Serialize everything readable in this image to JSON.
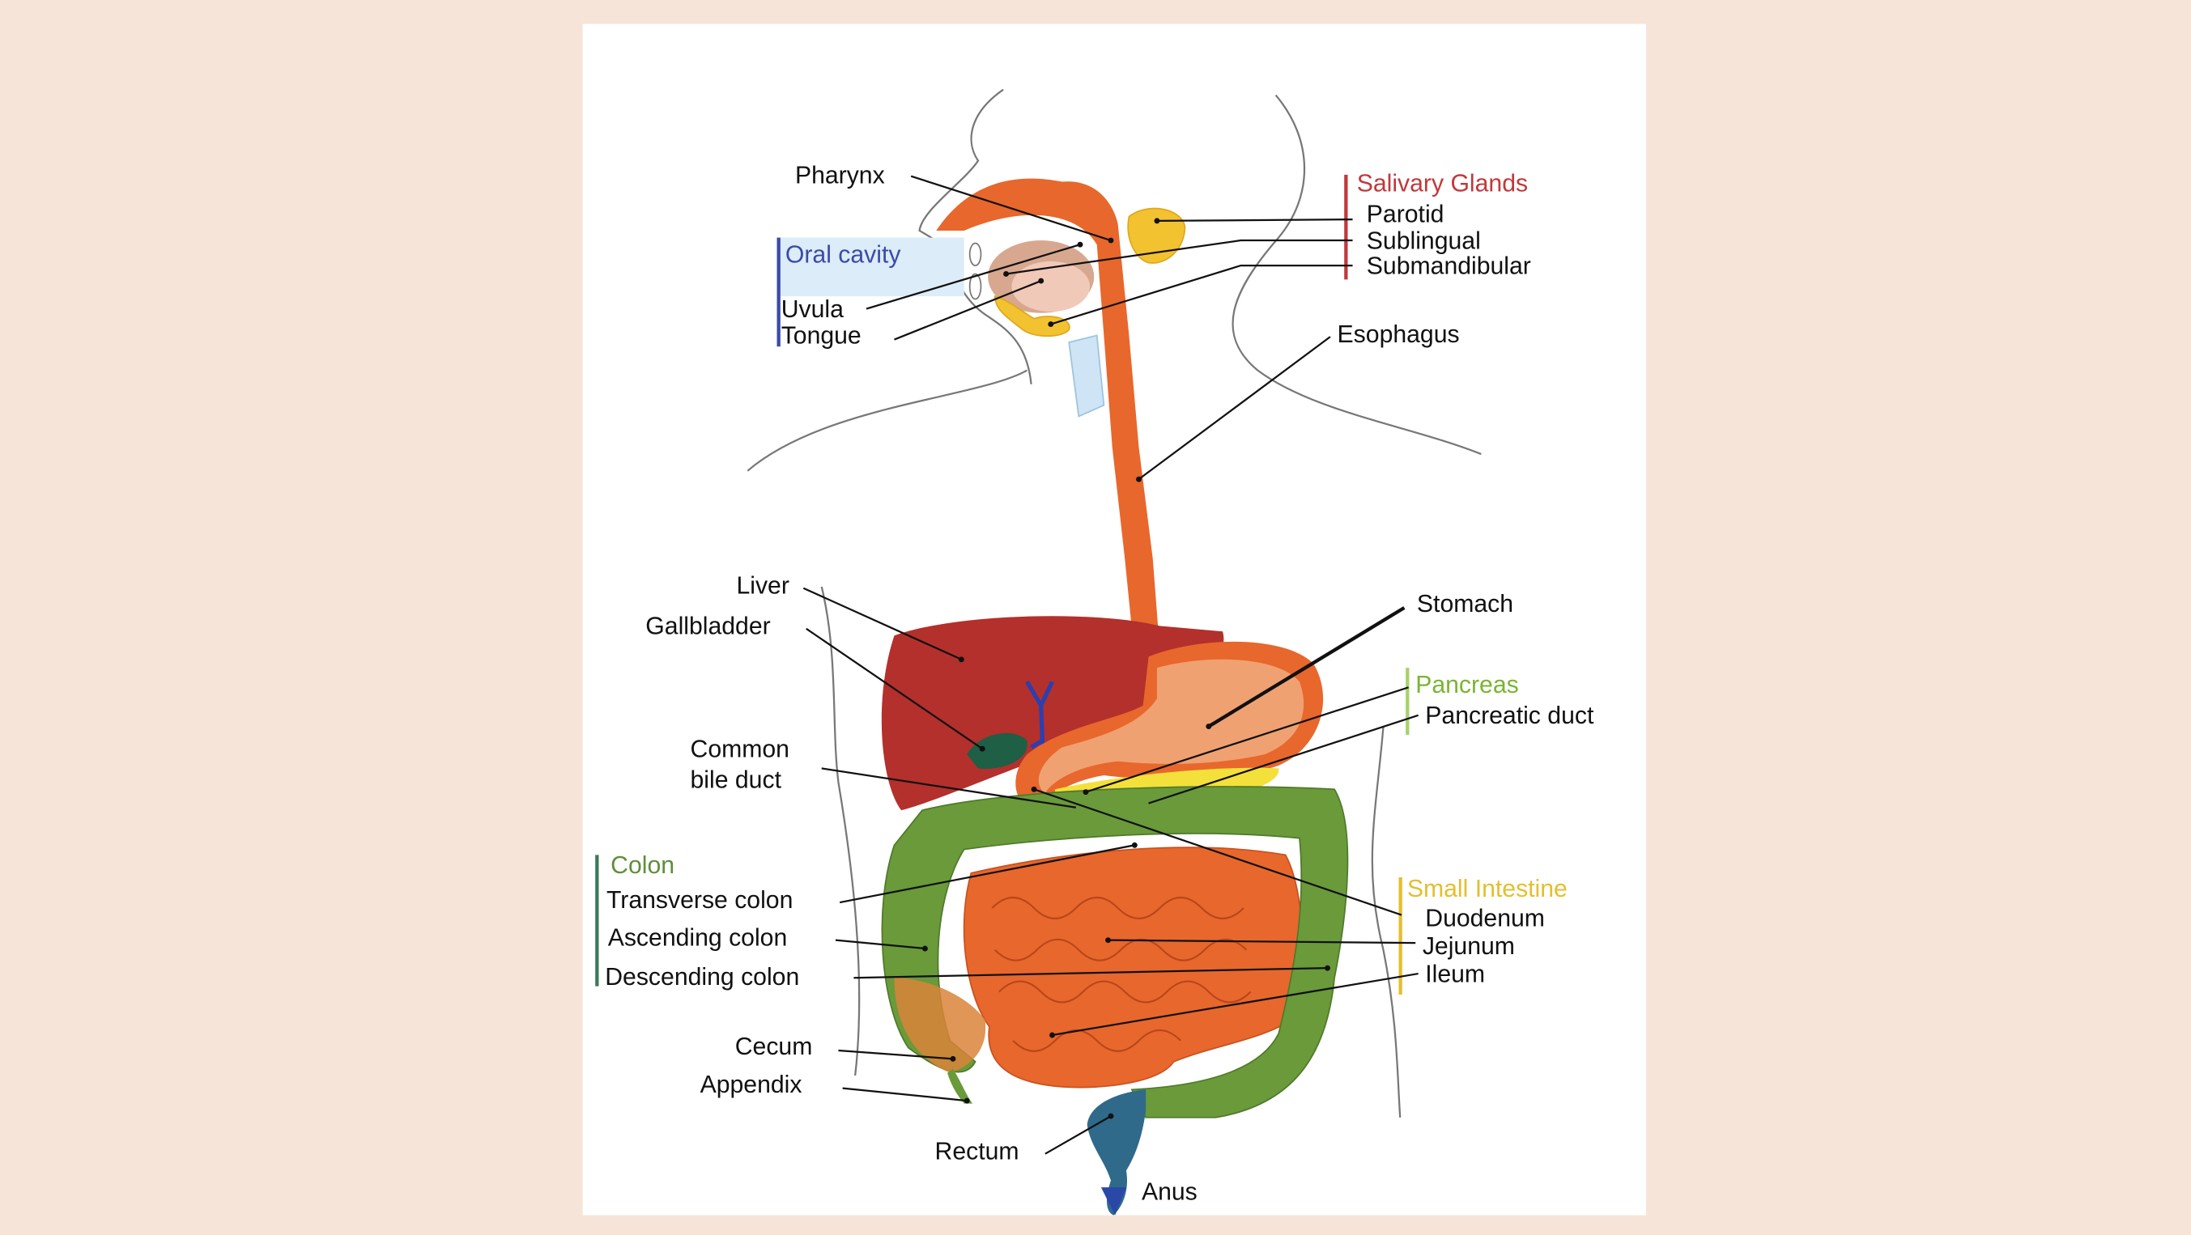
{
  "colors": {
    "background": "#f6e4d8",
    "salivary": "#c0393b",
    "oral_cavity": "#3a4aa8",
    "pancreas": "#7ab531",
    "colon": "#5f8f3a",
    "small_intestine": "#e3bf2f",
    "esophagus": "#e8672c",
    "liver": "#b3302c"
  },
  "labels": {
    "pharynx": "Pharynx",
    "salivary_glands": "Salivary Glands",
    "parotid": "Parotid",
    "sublingual": "Sublingual",
    "submandibular": "Submandibular",
    "oral_cavity": "Oral cavity",
    "uvula": "Uvula",
    "tongue": "Tongue",
    "esophagus": "Esophagus",
    "liver": "Liver",
    "gallbladder": "Gallbladder",
    "stomach": "Stomach",
    "pancreas": "Pancreas",
    "pancreatic_duct": "Pancreatic duct",
    "common_bile_duct_1": "Common",
    "common_bile_duct_2": "bile duct",
    "colon": "Colon",
    "transverse_colon": "Transverse colon",
    "ascending_colon": "Ascending colon",
    "descending_colon": "Descending colon",
    "small_intestine": "Small Intestine",
    "duodenum": "Duodenum",
    "jejunum": "Jejunum",
    "ileum": "Ileum",
    "cecum": "Cecum",
    "appendix": "Appendix",
    "rectum": "Rectum",
    "anus": "Anus"
  }
}
